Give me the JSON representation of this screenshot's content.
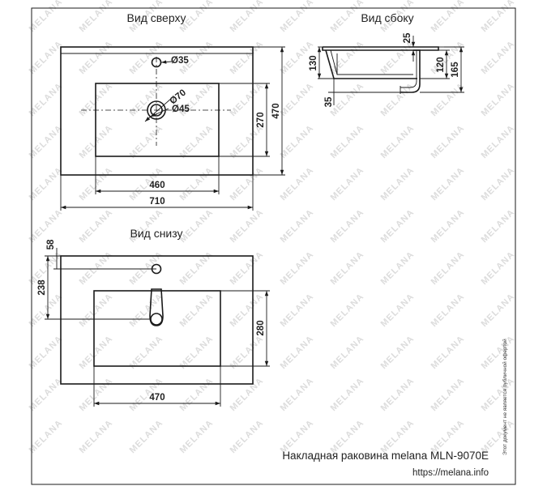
{
  "views": {
    "top": "Вид сверху",
    "side": "Вид сбоку",
    "bottom": "Вид снизу"
  },
  "dims": {
    "d35": "Ø35",
    "d70": "Ø70",
    "d45": "Ø45",
    "d270": "270",
    "d470_v": "470",
    "d460": "460",
    "d710": "710",
    "d25": "25",
    "d130": "130",
    "d120": "120",
    "d165": "165",
    "d35_side": "35",
    "d58": "58",
    "d238": "238",
    "d280": "280",
    "d470_h": "470"
  },
  "watermark": "MELANA",
  "side_note": "Этот документ не является публичной офертой",
  "footer": {
    "title": "Накладная раковина melana MLN-9070E",
    "url": "https://melana.info"
  }
}
